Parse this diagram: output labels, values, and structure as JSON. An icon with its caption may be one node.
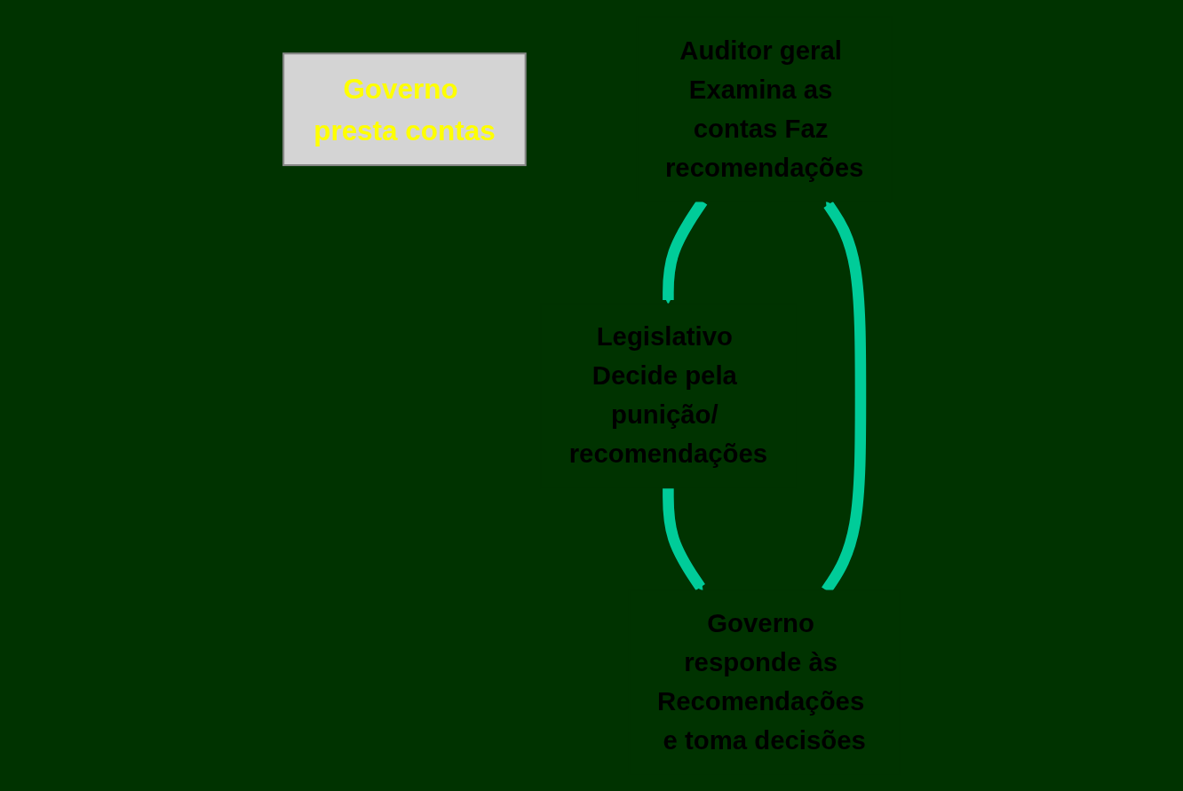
{
  "diagram": {
    "nodes": [
      {
        "text": [
          "Governo presta contas"
        ]
      },
      {
        "text": [
          "Auditor geral Examina as contas Faz recomendações"
        ]
      },
      {
        "text": [
          "Legislativo Decide pela punição/ recomendações"
        ]
      },
      {
        "text": [
          "Governo responde às Recomendações e toma decisões"
        ]
      }
    ],
    "edges": [
      {
        "from": 3,
        "to": 1,
        "arrow": "to"
      },
      {
        "from": 1,
        "to": 2,
        "arrow": "to"
      },
      {
        "from": 2,
        "to": 3,
        "arrow": "to"
      }
    ]
  }
}
